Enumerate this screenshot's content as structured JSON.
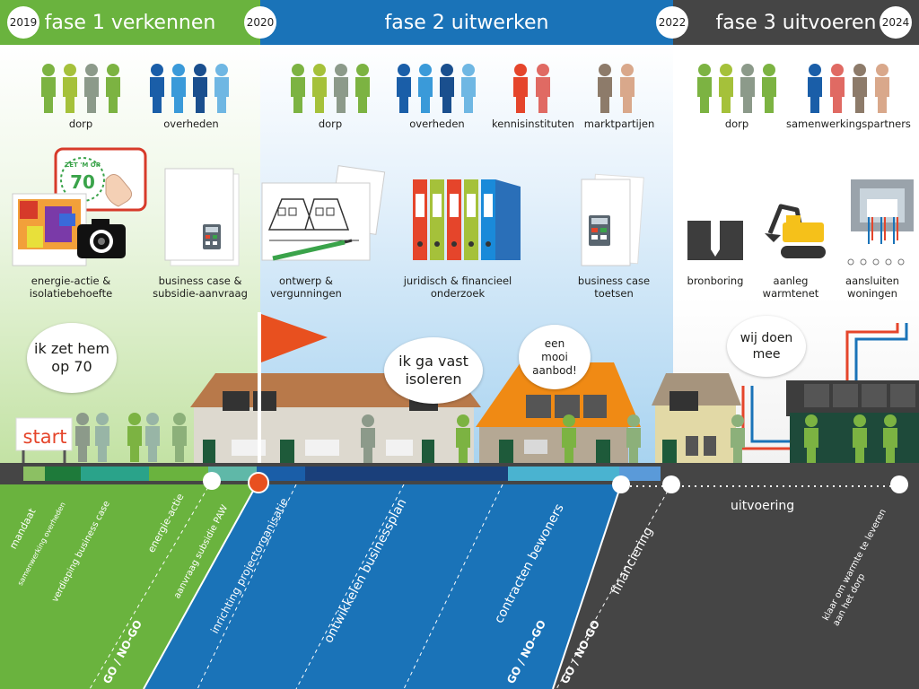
{
  "phases": [
    {
      "label": "fase 1 verkennen",
      "color": "#6ab33e"
    },
    {
      "label": "fase 2 uitwerken",
      "color": "#1a73b8"
    },
    {
      "label": "fase 3 uitvoeren",
      "color": "#454545"
    }
  ],
  "years": [
    "2019",
    "2020",
    "2022",
    "2024"
  ],
  "groups": {
    "p1": [
      "dorp",
      "overheden"
    ],
    "p2": [
      "dorp",
      "overheden",
      "kennisinstituten",
      "marktpartijen"
    ],
    "p3": [
      "dorp",
      "samenwerkingspartners"
    ]
  },
  "activities": {
    "energie": "energie-actie &\nisolatiebehoefte",
    "business_case": "business case &\nsubsidie-aanvraag",
    "ontwerp": "ontwerp &\nvergunningen",
    "juridisch": "juridisch & financieel\nonderzoek",
    "business_toetsen": "business case\ntoetsen",
    "bronboring": "bronboring",
    "aanleg": "aanleg\nwarmtenet",
    "aansluiten": "aansluiten\nwoningen"
  },
  "poster_text": {
    "line1": "ZET 'M OP",
    "line2": "70"
  },
  "bubbles": {
    "b1": "ik zet hem\nop 70",
    "b2": "ik ga vast\nisoleren",
    "b3": "een\nmooi\naanbod!",
    "b4": "wij doen\nmee"
  },
  "start_label": "start",
  "timeline": {
    "steps_fase1": [
      "mandaat",
      "samenwerking overheden",
      "verdieping business case",
      "energie-actie",
      "aanvraag subsidie PAW"
    ],
    "steps_fase2": [
      "inrichting projectorganisatie",
      "ontwikkelen businessplan",
      "contracten bewoners",
      "financiering"
    ],
    "uitvoering": "uitvoering",
    "end_label": "klaar om warmte te leveren\naan het dorp",
    "go_nogo": "GO / NO-GO"
  },
  "colors": {
    "green": "#6ab33e",
    "blue": "#1a73b8",
    "dark": "#454545",
    "flag": "#e8501f"
  }
}
